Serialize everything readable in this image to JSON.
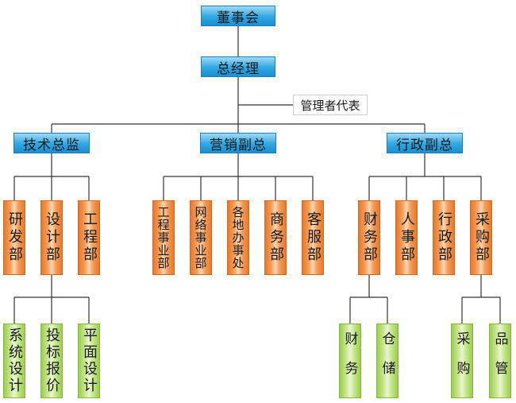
{
  "chairman": "董事会",
  "general_manager": "总经理",
  "management_representative": "管理者代表",
  "vice_presidents": {
    "technical": "技术总监",
    "marketing": "营销副总",
    "admin": "行政副总"
  },
  "departments": {
    "rnd": "研发部",
    "design": "设计部",
    "engineering": "工程部",
    "engineering_business": "工程事业部",
    "network_business": "网络事业部",
    "local_offices": "各地办事处",
    "commerce": "商务部",
    "customer_service": "客服部",
    "finance": "财务部",
    "hr": "人事部",
    "administration": "行政部",
    "purchasing": "采购部"
  },
  "sub_units": {
    "system_design": "系统设计",
    "bid_quotation": "投标报价",
    "graphic_design": "平面设计",
    "finance_affairs": "财务",
    "warehouse": "仓储",
    "procurement": "采购",
    "quality_control": "品管"
  },
  "colors": {
    "level1_blue": "#2fa6e3",
    "department_orange": "#f49d57",
    "subunit_green": "#c7e68d",
    "connector": "#333333"
  }
}
